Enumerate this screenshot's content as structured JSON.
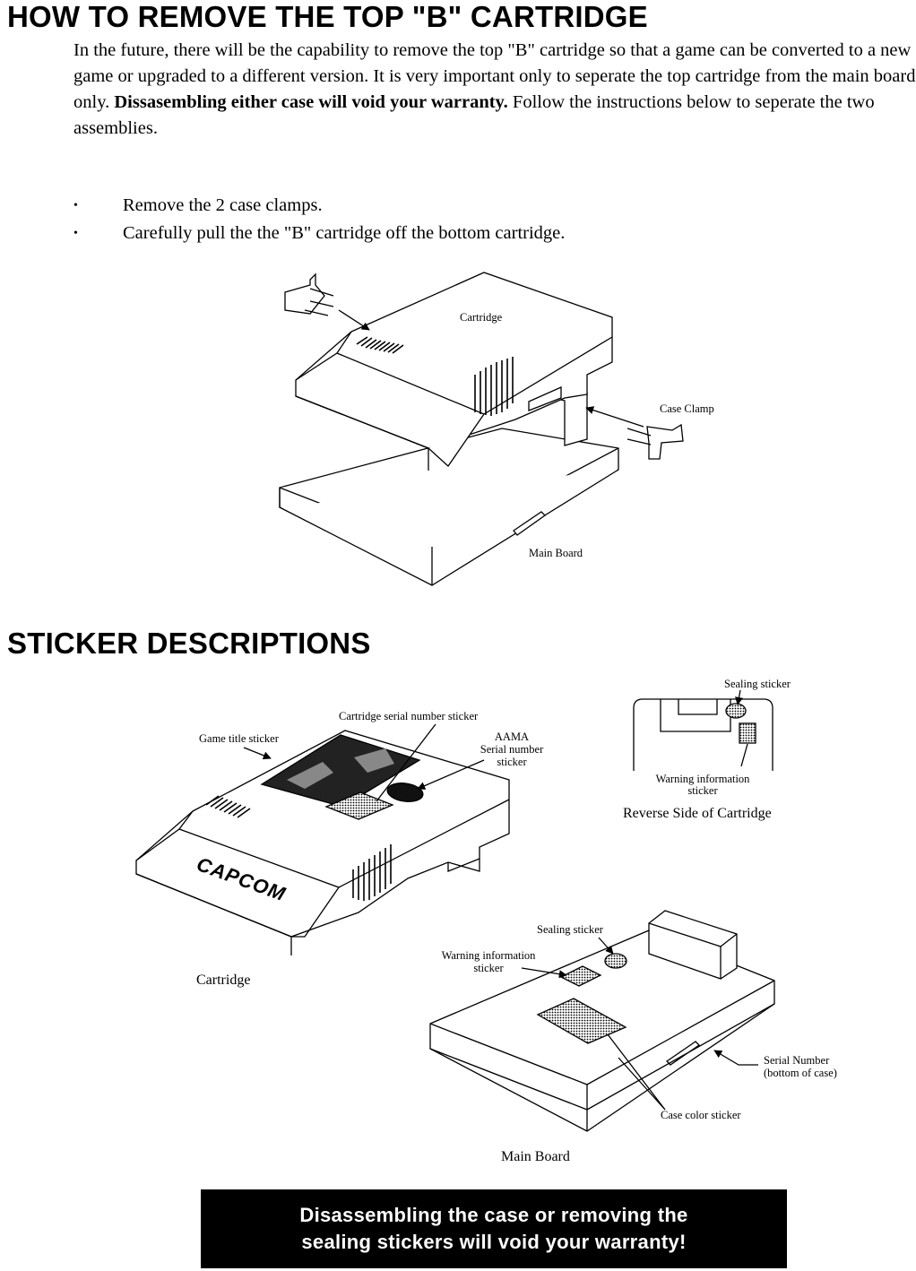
{
  "section1": {
    "title": "HOW TO REMOVE THE TOP \"B\" CARTRIDGE",
    "intro_a": "In the future, there will be the capability to remove the top \"B\" cartridge so that a game can be converted to a new game or upgraded to a different version.  It is very important only to seperate the top cartridge from the main board only. ",
    "intro_bold": "Dissasembling either case will void your warranty.",
    "intro_b": " Follow the instructions below to seperate the two assemblies.",
    "bullets": [
      "Remove the 2 case clamps.",
      "Carefully pull the the \"B\" cartridge off the bottom cartridge."
    ],
    "figure": {
      "cartridge_label": "Cartridge",
      "case_clamp_label": "Case Clamp",
      "main_board_label": "Main Board"
    }
  },
  "section2": {
    "title": "STICKER DESCRIPTIONS",
    "cartridge_fig": {
      "serial_sticker": "Cartridge serial number sticker",
      "game_title_sticker": "Game title sticker",
      "aama_line1": "AAMA",
      "aama_line2": "Serial number",
      "aama_line3": "sticker",
      "logo": "CAPCOM",
      "caption": "Cartridge"
    },
    "reverse_fig": {
      "sealing_sticker": "Sealing sticker",
      "warning_line1": "Warning information",
      "warning_line2": "sticker",
      "caption": "Reverse Side of Cartridge"
    },
    "board_fig": {
      "sealing_sticker": "Sealing sticker",
      "warning_line1": "Warning information",
      "warning_line2": "sticker",
      "serial_line1": "Serial Number",
      "serial_line2": "(bottom of case)",
      "case_color_sticker": "Case color sticker",
      "caption": "Main Board"
    }
  },
  "banner": {
    "line1": "Disassembling the case or removing the",
    "line2": "sealing stickers will void your warranty!"
  }
}
